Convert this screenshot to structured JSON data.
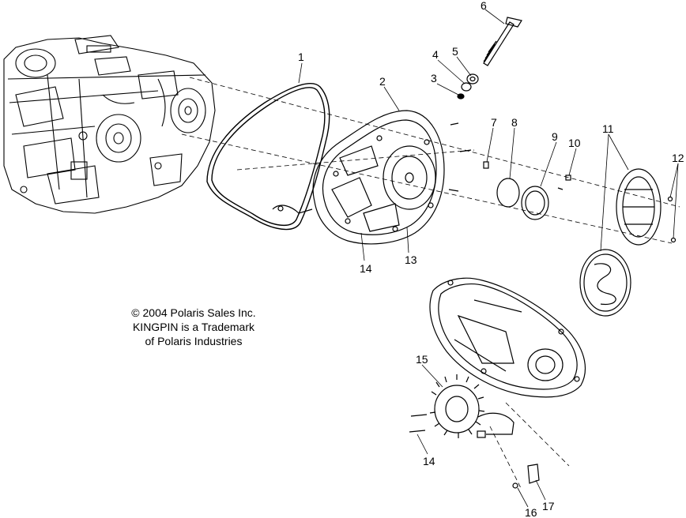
{
  "copyright": {
    "line1": "© 2004 Polaris Sales Inc.",
    "line2": "KINGPIN is a Trademark",
    "line3": "of Polaris Industries"
  },
  "callouts": [
    "1",
    "2",
    "3",
    "4",
    "5",
    "6",
    "7",
    "8",
    "9",
    "10",
    "11",
    "12",
    "13",
    "14",
    "15",
    "14",
    "16",
    "17"
  ],
  "colors": {
    "ink": "#000000",
    "paper": "#ffffff"
  }
}
